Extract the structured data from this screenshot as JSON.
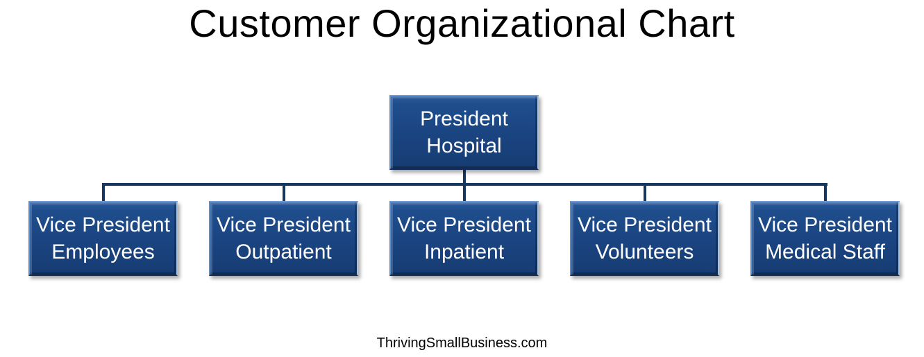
{
  "title": "Customer Organizational Chart",
  "colors": {
    "box_fill": "#1a4480",
    "box_border_highlight": "#9fc1ea",
    "connector": "#17375e",
    "box_text": "#ffffff",
    "title_text": "#000000"
  },
  "org": {
    "root": {
      "line1": "President",
      "line2": "Hospital"
    },
    "children": [
      {
        "line1": "Vice President",
        "line2": "Employees"
      },
      {
        "line1": "Vice President",
        "line2": "Outpatient"
      },
      {
        "line1": "Vice President",
        "line2": "Inpatient"
      },
      {
        "line1": "Vice President",
        "line2": "Volunteers"
      },
      {
        "line1": "Vice President",
        "line2": "Medical Staff"
      }
    ]
  },
  "footer": "ThrivingSmallBusiness.com"
}
